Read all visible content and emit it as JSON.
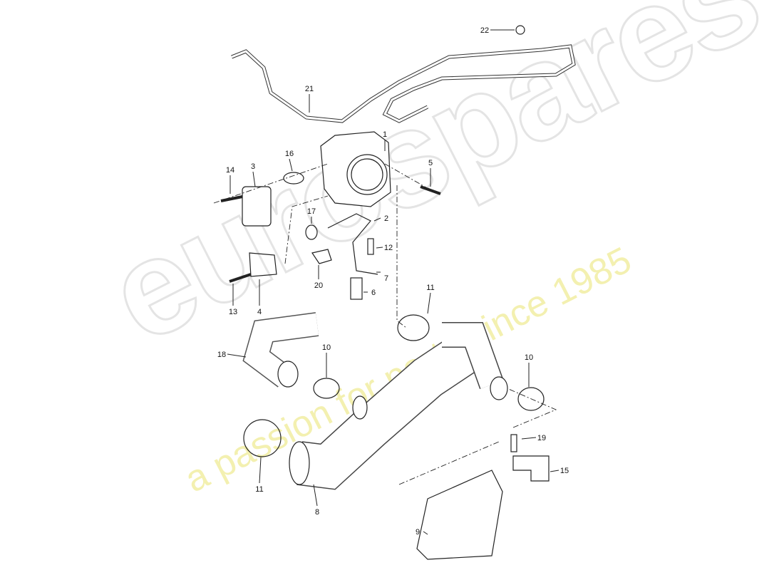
{
  "watermark": {
    "brand": "eurospares",
    "tagline": "a passion for parts since 1985",
    "tagline_color": "#f3f0b0"
  },
  "callouts": [
    "22",
    "21",
    "1",
    "16",
    "3",
    "14",
    "5",
    "17",
    "2",
    "12",
    "7",
    "20",
    "6",
    "13",
    "4",
    "11",
    "18",
    "10",
    "10",
    "19",
    "15",
    "11",
    "8",
    "9"
  ]
}
